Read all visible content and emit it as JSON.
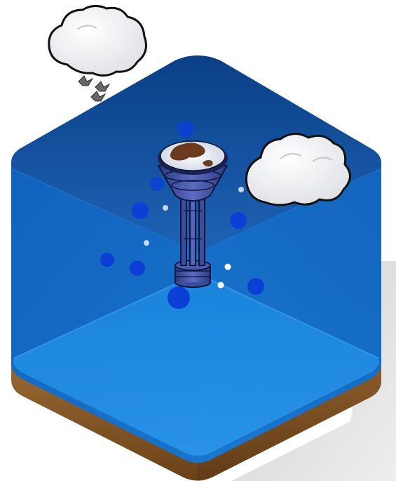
{
  "scene": {
    "icon": "isometric-ocean-cube-illustration",
    "colors": {
      "background": "#ffffff",
      "water_top_dark": "#0a3f86",
      "water_top_light": "#1e63b6",
      "water_back_face": "#0f5fb8",
      "water_front_face": "#1a7ad3",
      "water_bottom_face": "#1e88e0",
      "soil": "#8a5a28",
      "soil_dark": "#6a4219",
      "shadow": "#d6d6d6",
      "bubble_blue": "#0b3fd6",
      "bubble_white": "#ffffff",
      "tower_body": "#3c4d9a",
      "tower_outline": "#0d1540",
      "ice_cap": "#eef2f7",
      "ice_rock": "#6b3a1e",
      "cloud_fill": "#ffffff",
      "cloud_outline": "#111111",
      "bird": "#666666"
    },
    "elements": [
      {
        "name": "ground-shadow",
        "icon": "shadow-shape"
      },
      {
        "name": "soil-base",
        "icon": "soil-layer"
      },
      {
        "name": "water-cube",
        "icon": "water-volume"
      },
      {
        "name": "water-surface",
        "icon": "water-surface"
      },
      {
        "name": "blue-bubbles",
        "icon": "bubble-cluster"
      },
      {
        "name": "white-bubbles",
        "icon": "bubble-cluster"
      },
      {
        "name": "tower-structure",
        "icon": "tower-icon"
      },
      {
        "name": "ice-cap",
        "icon": "ice-icon"
      },
      {
        "name": "small-cloud",
        "icon": "cloud-icon"
      },
      {
        "name": "large-cloud",
        "icon": "cloud-icon"
      },
      {
        "name": "bird-flock",
        "icon": "bird-icon"
      }
    ]
  }
}
